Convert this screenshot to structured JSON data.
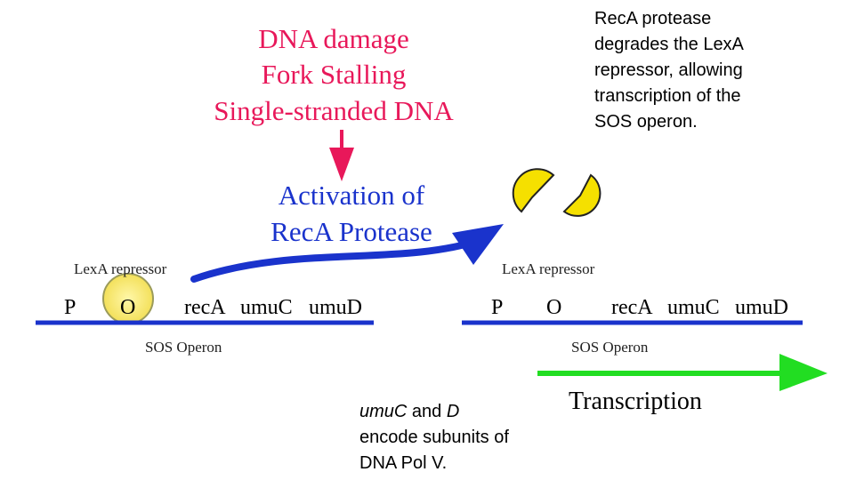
{
  "stimulus": {
    "line1": "DNA damage",
    "line2": "Fork Stalling",
    "line3": "Single-stranded DNA"
  },
  "activation": {
    "line1": "Activation of",
    "line2": "RecA Protease"
  },
  "recA_note": {
    "line1": "RecA protease",
    "line2": "degrades the LexA",
    "line3": "repressor, allowing",
    "line4": "transcription of the",
    "line5": "SOS operon."
  },
  "left_operon": {
    "repressor_label": "LexA repressor",
    "promoter": "P",
    "operator": "O",
    "gene1": "recA",
    "gene2": "umuC",
    "gene3": "umuD",
    "operon_label": "SOS Operon"
  },
  "right_operon": {
    "repressor_label": "LexA repressor",
    "promoter": "P",
    "operator": "O",
    "gene1": "recA",
    "gene2": "umuC",
    "gene3": "umuD",
    "operon_label": "SOS Operon"
  },
  "transcription_label": "Transcription",
  "umu_note": {
    "gene_c": "umuC",
    "and": " and ",
    "gene_d": "D",
    "line2": "encode subunits of",
    "line3": "DNA Pol V."
  },
  "colors": {
    "stimulus": "#e8185a",
    "activation": "#1a33cc",
    "dna_line": "#1a33cc",
    "transcription_arrow": "#22dd22",
    "lexA": "#f5e642"
  }
}
